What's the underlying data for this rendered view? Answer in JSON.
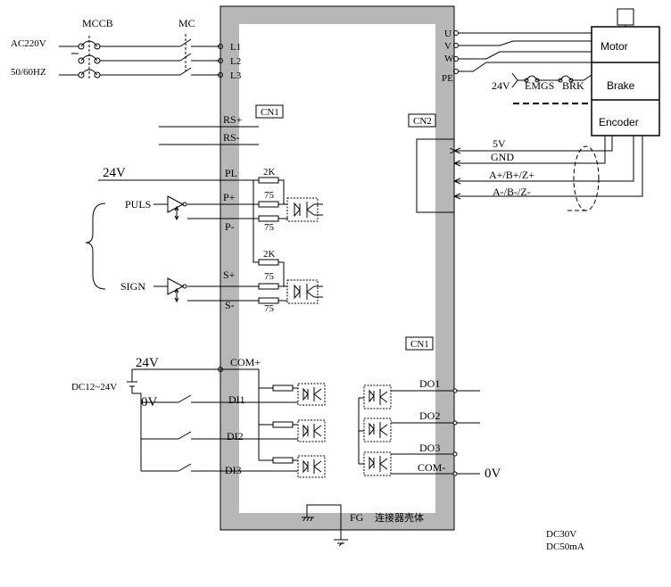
{
  "power": {
    "mccb": "MCCB",
    "mc": "MC",
    "voltage": "AC220V",
    "frequency": "50/60HZ",
    "terminals": [
      "L1",
      "L2",
      "L3"
    ]
  },
  "connectors": {
    "cn1_top": "CN1",
    "cn2": "CN2",
    "cn1_bottom": "CN1"
  },
  "pulse_inputs": {
    "rs_plus": "RS+",
    "rs_minus": "RS-",
    "supply": "24V",
    "pl": "PL",
    "p_plus": "P+",
    "p_minus": "P-",
    "s_plus": "S+",
    "s_minus": "S-",
    "puls": "PULS",
    "sign": "SIGN",
    "r_2k_top": "2K",
    "r_75_a": "75",
    "r_75_b": "75",
    "r_2k_bottom": "2K",
    "r_75_c": "75",
    "r_75_d": "75"
  },
  "digital_inputs": {
    "supply_24v": "24V",
    "dc_range": "DC12~24V",
    "zero_v": "0V",
    "com_plus": "COM+",
    "di1": "DI1",
    "di2": "DI2",
    "di3": "DI3"
  },
  "digital_outputs": {
    "do1": "DO1",
    "do2": "DO2",
    "do3": "DO3",
    "com_minus": "COM-",
    "zero_v": "0V"
  },
  "motor_side": {
    "u": "U",
    "v": "V",
    "w": "W",
    "pe": "PE",
    "motor": "Motor",
    "brake": "Brake",
    "encoder": "Encoder",
    "brake_supply": "24V",
    "emgs": "EMGS",
    "brk": "BRK",
    "enc_5v": "5V",
    "enc_gnd": "GND",
    "enc_pos": "A+/B+/Z+",
    "enc_neg": "A-/B-/Z-"
  },
  "footer": {
    "fg": "FG",
    "shell": "连接器壳体",
    "rating_v": "DC30V",
    "rating_i": "DC50mA"
  }
}
